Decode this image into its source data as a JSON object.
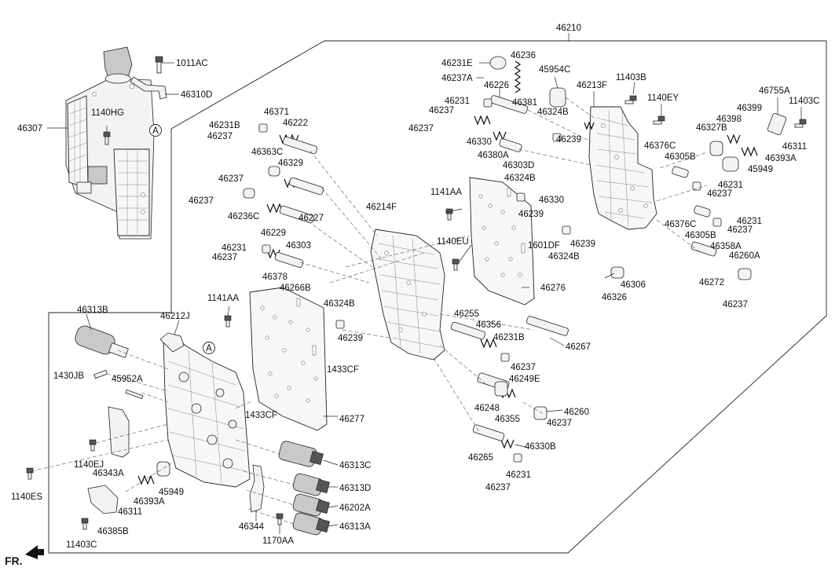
{
  "labels": {
    "p46210": "46210",
    "p1011AC": "1011AC",
    "p46310D": "46310D",
    "p46307": "46307",
    "p1140HG": "1140HG",
    "refA1": "A",
    "refA2": "A",
    "p46231E": "46231E",
    "p46236": "46236",
    "p46237A": "46237A",
    "p45954C": "45954C",
    "p46226": "46226",
    "p46213F": "46213F",
    "p11403B": "11403B",
    "p46231a": "46231",
    "p46381": "46381",
    "p1140EY": "1140EY",
    "p46755A": "46755A",
    "p46237a": "46237",
    "p46324Ba": "46324B",
    "p46399": "46399",
    "p11403Ca": "11403C",
    "p46231B": "46231B",
    "p46371": "46371",
    "p46222": "46222",
    "p46237b": "46237",
    "p46237c": "46237",
    "p46398": "46398",
    "p46327B": "46327B",
    "p46330a": "46330",
    "p46239a": "46239",
    "p46311a": "46311",
    "p46363C": "46363C",
    "p46380A": "46380A",
    "p46376Ca": "46376C",
    "p46393Aa": "46393A",
    "p46329": "46329",
    "p46305Ba": "46305B",
    "p46303D": "46303D",
    "p45949a": "45949",
    "p46237d": "46237",
    "p46324Bb": "46324B",
    "p46231b": "46231",
    "p46237e": "46237",
    "p1141AAa": "1141AA",
    "p46236C": "46236C",
    "p46227": "46227",
    "p46214F": "46214F",
    "p46330b": "46330",
    "p46239b": "46239",
    "p46229": "46229",
    "p46376Cb": "46376C",
    "p46231c": "46231",
    "p46237f": "46237",
    "p46303": "46303",
    "p46305Bb": "46305B",
    "p1140EU": "1140EU",
    "p1601DF": "1601DF",
    "p46239c": "46239",
    "p46231d": "46231",
    "p46358A": "46358A",
    "p46237g": "46237",
    "p46324Bc": "46324B",
    "p46260A": "46260A",
    "p46378": "46378",
    "p46266B": "46266B",
    "p46306": "46306",
    "p46272": "46272",
    "p46276": "46276",
    "p46326": "46326",
    "p1141AAb": "1141AA",
    "p46237h": "46237",
    "p46324Bd": "46324B",
    "p46313B": "46313B",
    "p46212J": "46212J",
    "p46255": "46255",
    "p46356": "46356",
    "p46231Bb": "46231B",
    "p46239d": "46239",
    "p46267": "46267",
    "p1433CFa": "1433CF",
    "p46237i": "46237",
    "p1430JB": "1430JB",
    "p45952A": "45952A",
    "p46249E": "46249E",
    "p46248": "46248",
    "p46260": "46260",
    "p46355": "46355",
    "p1433CFb": "1433CF",
    "p46277": "46277",
    "p46237j": "46237",
    "p46330B": "46330B",
    "p46265": "46265",
    "p1140EJ": "1140EJ",
    "p46313C": "46313C",
    "p46231e": "46231",
    "p46343A": "46343A",
    "p45949b": "45949",
    "p46313D": "46313D",
    "p1140ES": "1140ES",
    "p46237k": "46237",
    "p46393Ab": "46393A",
    "p46311b": "46311",
    "p46202A": "46202A",
    "p46344": "46344",
    "p46313A": "46313A",
    "p46385B": "46385B",
    "p1170AA": "1170AA",
    "p11403Cb": "11403C",
    "fr": "FR."
  }
}
